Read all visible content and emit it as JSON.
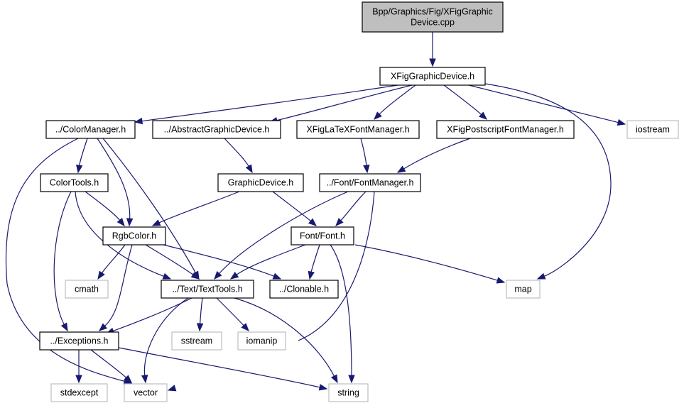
{
  "graph": {
    "title": "Bpp/Graphics/Fig/XFigGraphicDevice.cpp include dependency graph",
    "colors": {
      "edge": "#191970",
      "root_fill": "#bfbfbf",
      "node_border": "#000000",
      "external_border": "#bfbfbf"
    },
    "nodes": [
      {
        "id": "root",
        "lines": [
          "Bpp/Graphics/Fig/XFigGraphic",
          "Device.cpp"
        ],
        "kind": "root"
      },
      {
        "id": "xfiggd",
        "lines": [
          "XFigGraphicDevice.h"
        ],
        "kind": "internal"
      },
      {
        "id": "colormgr",
        "lines": [
          "../ColorManager.h"
        ],
        "kind": "internal"
      },
      {
        "id": "absgd",
        "lines": [
          "../AbstractGraphicDevice.h"
        ],
        "kind": "internal"
      },
      {
        "id": "latex",
        "lines": [
          "XFigLaTeXFontManager.h"
        ],
        "kind": "internal"
      },
      {
        "id": "ps",
        "lines": [
          "XFigPostscriptFontManager.h"
        ],
        "kind": "internal"
      },
      {
        "id": "iostream",
        "lines": [
          "iostream"
        ],
        "kind": "external"
      },
      {
        "id": "colortools",
        "lines": [
          "ColorTools.h"
        ],
        "kind": "internal"
      },
      {
        "id": "gd",
        "lines": [
          "GraphicDevice.h"
        ],
        "kind": "internal"
      },
      {
        "id": "fontmgr",
        "lines": [
          "../Font/FontManager.h"
        ],
        "kind": "internal"
      },
      {
        "id": "rgb",
        "lines": [
          "RgbColor.h"
        ],
        "kind": "internal"
      },
      {
        "id": "font",
        "lines": [
          "Font/Font.h"
        ],
        "kind": "internal"
      },
      {
        "id": "cmath",
        "lines": [
          "cmath"
        ],
        "kind": "external"
      },
      {
        "id": "texttools",
        "lines": [
          "../Text/TextTools.h"
        ],
        "kind": "internal"
      },
      {
        "id": "clonable",
        "lines": [
          "../Clonable.h"
        ],
        "kind": "internal"
      },
      {
        "id": "map",
        "lines": [
          "map"
        ],
        "kind": "external"
      },
      {
        "id": "exceptions",
        "lines": [
          "../Exceptions.h"
        ],
        "kind": "internal"
      },
      {
        "id": "sstream",
        "lines": [
          "sstream"
        ],
        "kind": "external"
      },
      {
        "id": "iomanip",
        "lines": [
          "iomanip"
        ],
        "kind": "external"
      },
      {
        "id": "stdexcept",
        "lines": [
          "stdexcept"
        ],
        "kind": "external"
      },
      {
        "id": "vector",
        "lines": [
          "vector"
        ],
        "kind": "external"
      },
      {
        "id": "string",
        "lines": [
          "string"
        ],
        "kind": "external"
      }
    ],
    "edges": [
      [
        "root",
        "xfiggd"
      ],
      [
        "xfiggd",
        "colormgr"
      ],
      [
        "xfiggd",
        "absgd"
      ],
      [
        "xfiggd",
        "latex"
      ],
      [
        "xfiggd",
        "ps"
      ],
      [
        "xfiggd",
        "iostream"
      ],
      [
        "xfiggd",
        "map"
      ],
      [
        "colormgr",
        "colortools"
      ],
      [
        "colormgr",
        "rgb"
      ],
      [
        "colormgr",
        "texttools"
      ],
      [
        "colormgr",
        "vector"
      ],
      [
        "absgd",
        "gd"
      ],
      [
        "latex",
        "fontmgr"
      ],
      [
        "ps",
        "fontmgr"
      ],
      [
        "colortools",
        "rgb"
      ],
      [
        "colortools",
        "texttools"
      ],
      [
        "colortools",
        "exceptions"
      ],
      [
        "gd",
        "rgb"
      ],
      [
        "gd",
        "font"
      ],
      [
        "fontmgr",
        "font"
      ],
      [
        "fontmgr",
        "texttools"
      ],
      [
        "fontmgr",
        "vector"
      ],
      [
        "rgb",
        "cmath"
      ],
      [
        "rgb",
        "texttools"
      ],
      [
        "rgb",
        "clonable"
      ],
      [
        "rgb",
        "exceptions"
      ],
      [
        "font",
        "texttools"
      ],
      [
        "font",
        "clonable"
      ],
      [
        "font",
        "map"
      ],
      [
        "font",
        "string"
      ],
      [
        "texttools",
        "exceptions"
      ],
      [
        "texttools",
        "sstream"
      ],
      [
        "texttools",
        "iomanip"
      ],
      [
        "texttools",
        "vector"
      ],
      [
        "texttools",
        "string"
      ],
      [
        "exceptions",
        "stdexcept"
      ],
      [
        "exceptions",
        "vector"
      ],
      [
        "exceptions",
        "string"
      ]
    ]
  }
}
